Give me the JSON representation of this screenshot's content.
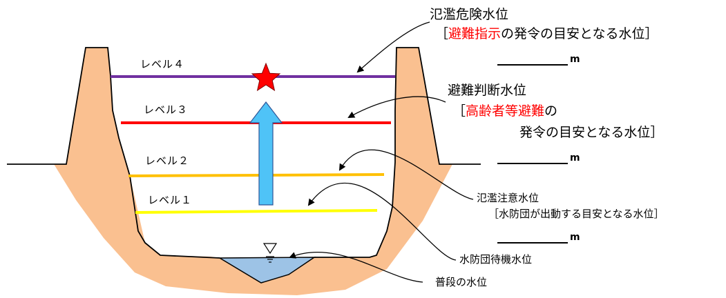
{
  "levels": [
    {
      "label": "レベル４",
      "color": "#7030a0"
    },
    {
      "label": "レベル３",
      "color": "#ff0000"
    },
    {
      "label": "レベル２",
      "color": "#ffc000"
    },
    {
      "label": "レベル１",
      "color": "#ffff00"
    }
  ],
  "annotations": {
    "flood_danger": {
      "title": "氾濫危険水位",
      "bracket_open": "［",
      "red": "避難指示",
      "rest": "の発令の目安となる水位］"
    },
    "evac_decision": {
      "title": "避難判断水位",
      "bracket_open": "［",
      "red": "高齢者等避難",
      "rest": "の",
      "line2": "発令の目安となる水位］"
    },
    "flood_caution": {
      "title": "氾濫注意水位",
      "line2": "［水防団が出動する目安となる水位］"
    },
    "standby": {
      "title": "水防団待機水位"
    },
    "normal": {
      "title": "普段の水位"
    }
  },
  "unit": "m",
  "colors": {
    "bank": "#fac090",
    "water": "#9dc3e6",
    "arrow": "#4fc3f7",
    "star": "#ff0000"
  }
}
